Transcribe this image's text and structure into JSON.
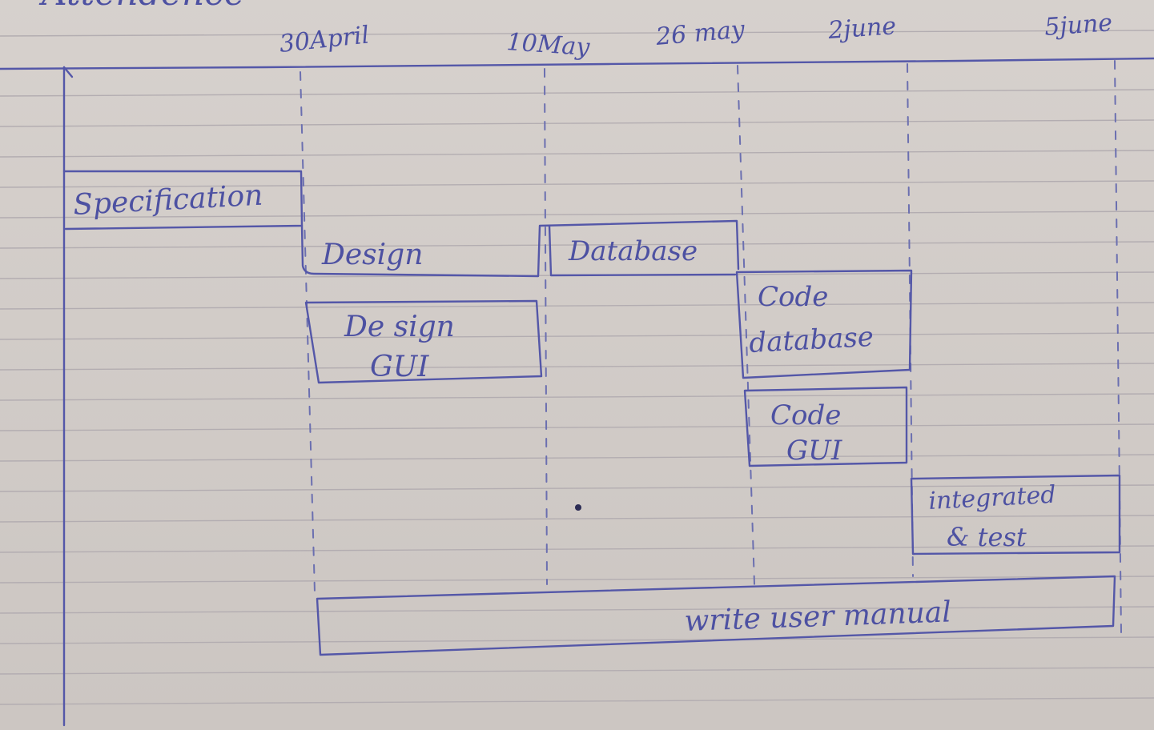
{
  "header": {
    "partial_heading": "Attendence"
  },
  "timeline": {
    "dates": [
      "30April",
      "10May",
      "26 may",
      "2june",
      "5june"
    ]
  },
  "tasks": {
    "specification": "Specification",
    "design": "Design",
    "database": "Database",
    "design_gui_line1": "De sign",
    "design_gui_line2": "GUI",
    "code_database_line1": "Code",
    "code_database_line2": "database",
    "code_gui_line1": "Code",
    "code_gui_line2": "GUI",
    "integrated_line1": "integrated",
    "integrated_line2": "& test",
    "user_manual": "write user manual"
  },
  "colors": {
    "paper": "#d4ceca",
    "ink": "#5457a8",
    "rule_line": "#b3adb1"
  }
}
